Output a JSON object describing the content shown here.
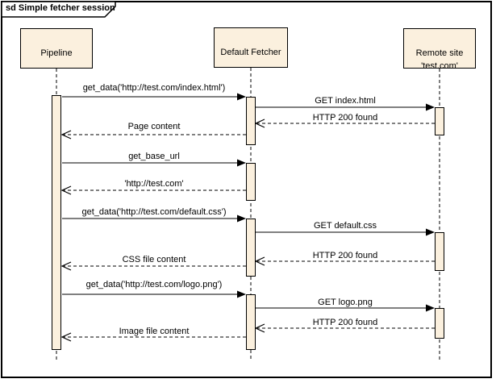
{
  "frame": {
    "title": "sd Simple fetcher session"
  },
  "lifelines": [
    {
      "name": "Pipeline"
    },
    {
      "name": "Default Fetcher"
    },
    {
      "name": "Remote site\n'test.com'"
    }
  ],
  "messages": [
    {
      "label": "get_data('http://test.com/index.html')",
      "kind": "call",
      "from": "Pipeline",
      "to": "Default Fetcher"
    },
    {
      "label": "GET index.html",
      "kind": "call",
      "from": "Default Fetcher",
      "to": "Remote site 'test.com'"
    },
    {
      "label": "HTTP 200 found",
      "kind": "return",
      "from": "Remote site 'test.com'",
      "to": "Default Fetcher"
    },
    {
      "label": "Page content",
      "kind": "return",
      "from": "Default Fetcher",
      "to": "Pipeline"
    },
    {
      "label": "get_base_url",
      "kind": "call",
      "from": "Pipeline",
      "to": "Default Fetcher"
    },
    {
      "label": "'http://test.com'",
      "kind": "return",
      "from": "Default Fetcher",
      "to": "Pipeline"
    },
    {
      "label": "get_data('http://test.com/default.css')",
      "kind": "call",
      "from": "Pipeline",
      "to": "Default Fetcher"
    },
    {
      "label": "GET default.css",
      "kind": "call",
      "from": "Default Fetcher",
      "to": "Remote site 'test.com'"
    },
    {
      "label": "HTTP 200 found",
      "kind": "return",
      "from": "Remote site 'test.com'",
      "to": "Default Fetcher"
    },
    {
      "label": "CSS file content",
      "kind": "return",
      "from": "Default Fetcher",
      "to": "Pipeline"
    },
    {
      "label": "get_data('http://test.com/logo.png')",
      "kind": "call",
      "from": "Pipeline",
      "to": "Default Fetcher"
    },
    {
      "label": "GET logo.png",
      "kind": "call",
      "from": "Default Fetcher",
      "to": "Remote site 'test.com'"
    },
    {
      "label": "HTTP 200 found",
      "kind": "return",
      "from": "Remote site 'test.com'",
      "to": "Default Fetcher"
    },
    {
      "label": "Image file content",
      "kind": "return",
      "from": "Default Fetcher",
      "to": "Pipeline"
    }
  ],
  "colors": {
    "element_fill": "#FBF0DE",
    "element_border": "#000000",
    "line": "#000000",
    "background": "#FFFFFF"
  }
}
